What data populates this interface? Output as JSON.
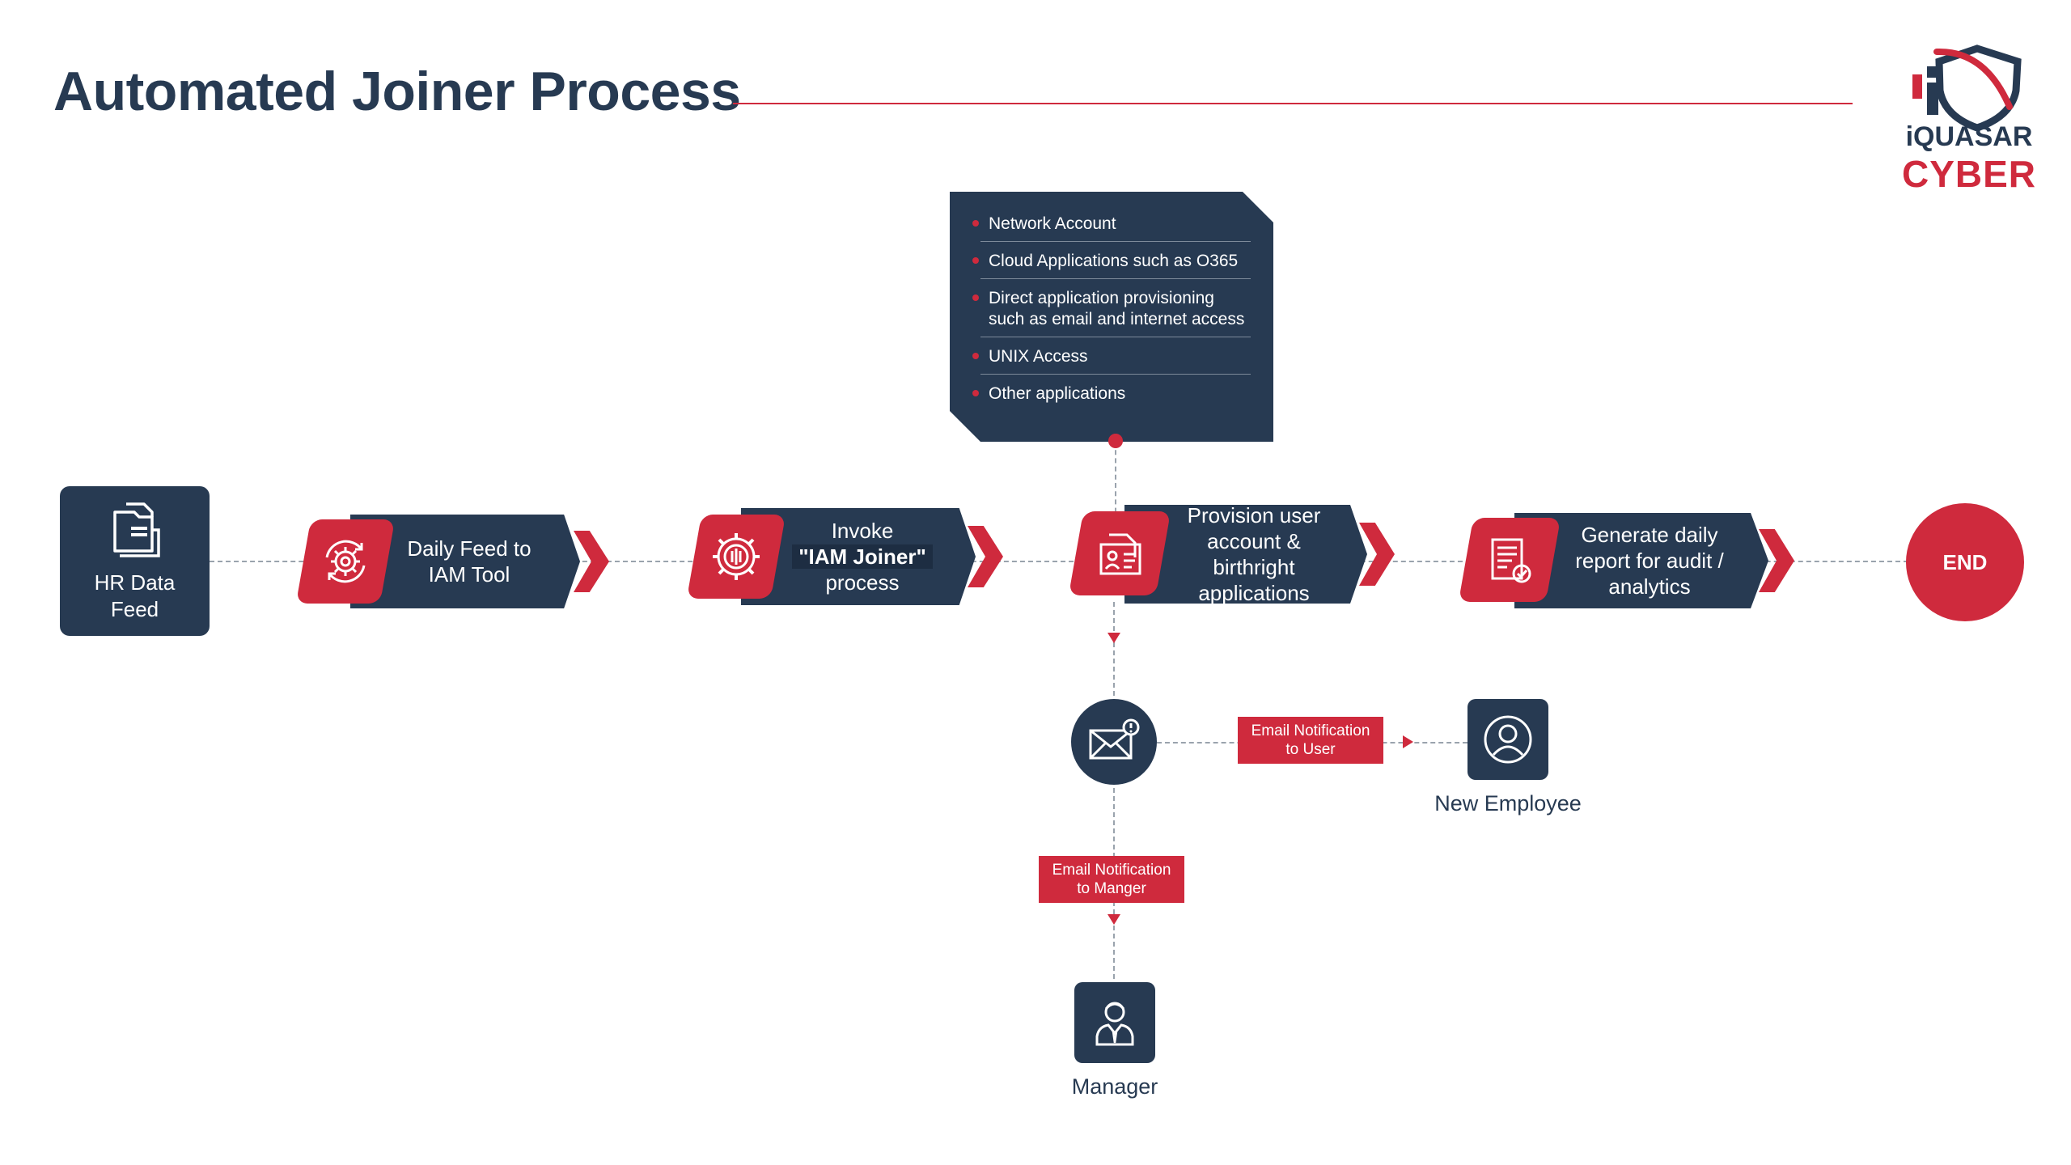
{
  "header": {
    "title": "Automated Joiner Process"
  },
  "logo": {
    "line1": "iQUASAR",
    "line2": "CYBER"
  },
  "hr_card": {
    "label_line1": "HR Data",
    "label_line2": "Feed"
  },
  "steps": [
    {
      "line1": "Daily Feed to",
      "line2": "IAM Tool",
      "line3": ""
    },
    {
      "line1": "Invoke",
      "line2": "\"IAM Joiner\"",
      "line3": "process"
    },
    {
      "line1": "Provision user",
      "line2": "account & birthright",
      "line3": "applications"
    },
    {
      "line1": "Generate daily",
      "line2": "report for audit /",
      "line3": "analytics"
    }
  ],
  "end_label": "END",
  "info_box": {
    "items": [
      "Network Account",
      "Cloud Applications such as O365",
      "Direct application provisioning such as email and internet access",
      "UNIX Access",
      "Other applications"
    ]
  },
  "notifications": {
    "user_tag_line1": "Email Notification",
    "user_tag_line2": "to User",
    "manager_tag_line1": "Email Notification",
    "manager_tag_line2": "to Manger"
  },
  "people": {
    "employee": "New Employee",
    "manager": "Manager"
  },
  "colors": {
    "navy": "#273a52",
    "red": "#cf2a3d",
    "connector": "#9aa3ad"
  }
}
